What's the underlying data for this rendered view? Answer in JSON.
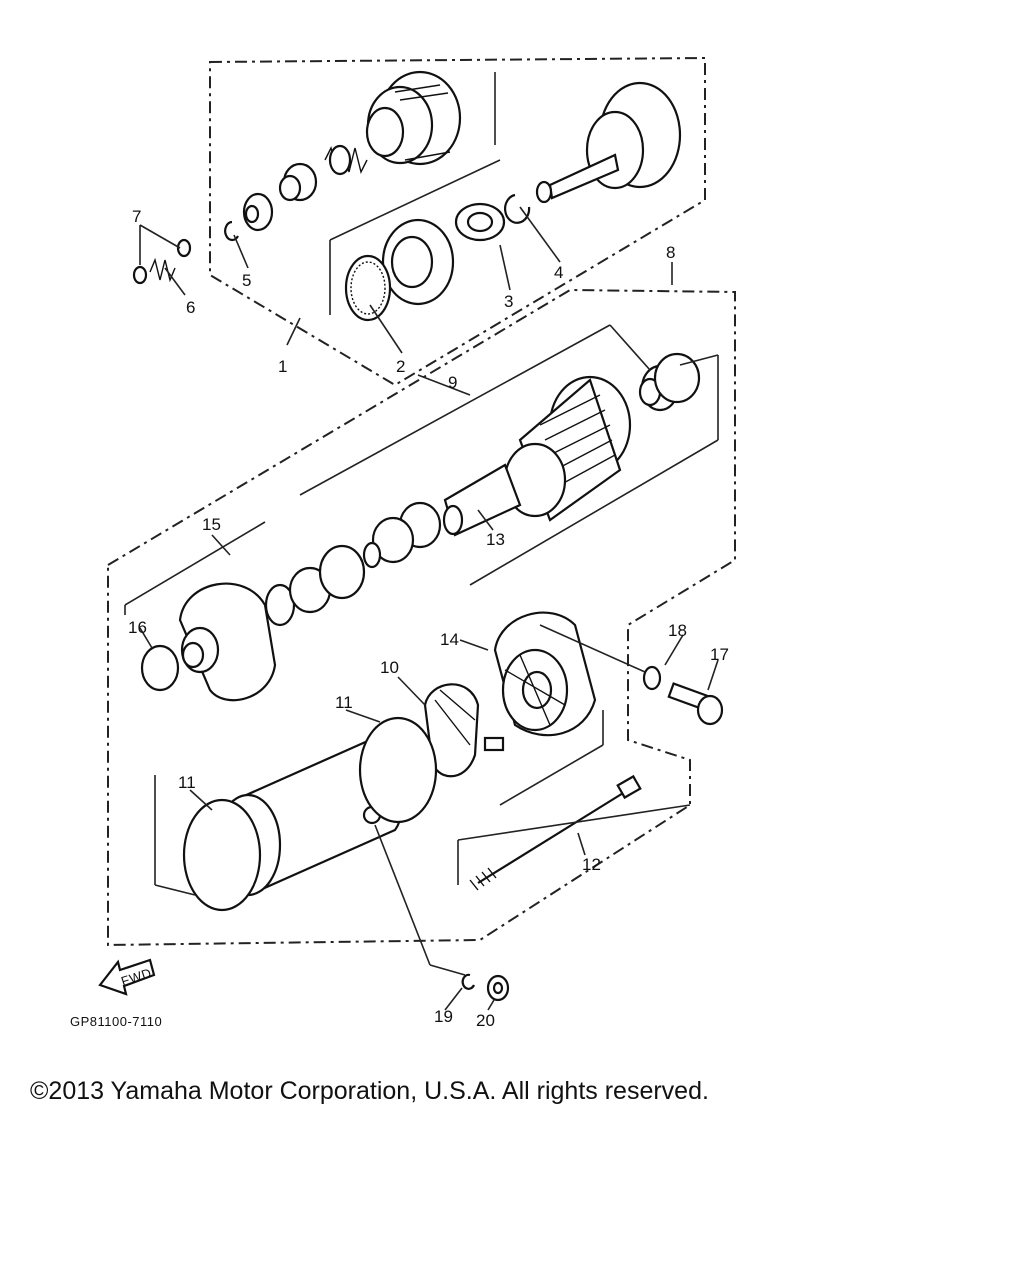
{
  "diagram": {
    "callouts": [
      "1",
      "2",
      "3",
      "4",
      "5",
      "6",
      "7",
      "8",
      "9",
      "10",
      "11",
      "11",
      "12",
      "13",
      "14",
      "15",
      "16",
      "17",
      "18",
      "19",
      "20"
    ],
    "fwd_label": "FWD",
    "drawing_code": "GP81100-7110"
  },
  "footer": {
    "copyright": "©2013 Yamaha Motor Corporation, U.S.A. All rights reserved."
  }
}
